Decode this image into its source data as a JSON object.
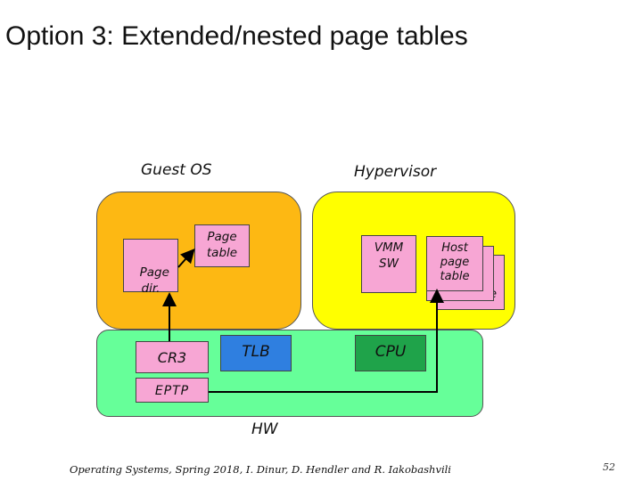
{
  "title": "Option 3: Extended/nested page tables",
  "labels": {
    "guest_os": "Guest OS",
    "hypervisor": "Hypervisor",
    "hw": "HW"
  },
  "boxes": {
    "page_dir": "Page\ndir.",
    "page_table": "Page\ntable",
    "vmm_sw": "VMM\nSW",
    "host_page_table": "Host\npage\ntable",
    "host_page_table_back": "table",
    "host_page_table_back2": "table",
    "cr3": "CR3",
    "tlb": "TLB",
    "cpu": "CPU",
    "eptp": "EPTP"
  },
  "colors": {
    "guest_region": "#FDB813",
    "hypervisor_region": "#FFFF00",
    "hw_region": "#66FF99",
    "pink_box": "#F7A6D4",
    "tlb_box": "#2F7FE0",
    "cpu_box": "#1FA34A"
  },
  "footer": "Operating Systems, Spring 2018, I. Dinur, D. Hendler and R. Iakobashvili",
  "page_number": "52"
}
